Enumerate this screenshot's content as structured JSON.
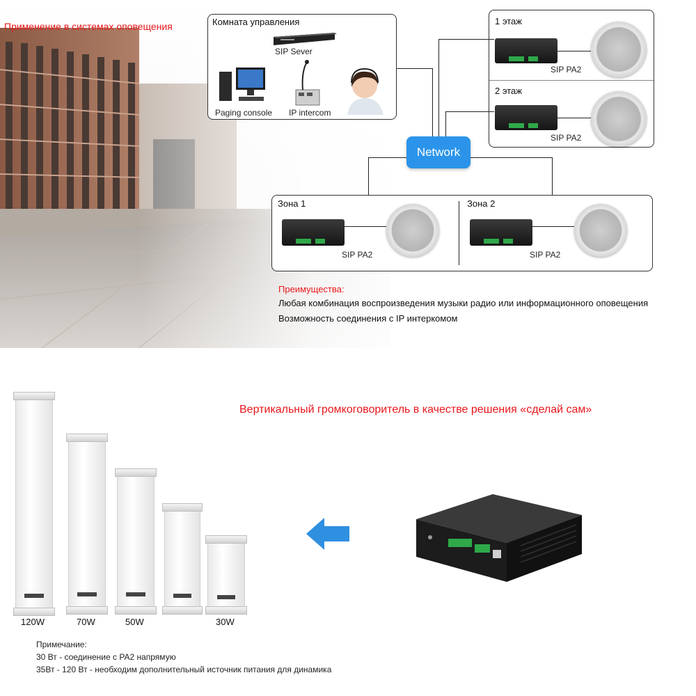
{
  "top": {
    "title": "Применение в системах оповещения",
    "control_room": {
      "title": "Комната управления",
      "server_label": "SIP  Sever",
      "paging_label": "Paging console",
      "intercom_label": "IP intercom"
    },
    "network_label": "Network",
    "floors": [
      {
        "title": "1 этаж",
        "device_label": "SIP PA2"
      },
      {
        "title": "2 этаж",
        "device_label": "SIP PA2"
      }
    ],
    "zones": [
      {
        "title": "Зона 1",
        "device_label": "SIP PA2"
      },
      {
        "title": "Зона 2",
        "device_label": "SIP PA2"
      }
    ],
    "advantages": {
      "title": "Преимущества:",
      "items": [
        "Любая комбинация воспроизведения музыки радио или информационного оповещения",
        "Возможность соединения с IP интеркомом"
      ]
    }
  },
  "bottom": {
    "headline": "Вертикальный громкоговоритель в качестве решения «сделай сам»",
    "speakers": [
      {
        "watt": "120W"
      },
      {
        "watt": "70W"
      },
      {
        "watt": "50W"
      },
      {
        "watt": ""
      },
      {
        "watt": "30W"
      }
    ],
    "note": {
      "title": "Примечание:",
      "lines": [
        "30 Вт - соединение с PA2 напрямую",
        "35Вт - 120 Вт - необходим дополнительный источник питания для динамика"
      ]
    }
  },
  "colors": {
    "accent_red": "#e8161b",
    "network_blue": "#2b94ea",
    "arrow_blue": "#2f8fe0"
  },
  "icons": [
    "server-icon",
    "computer-icon",
    "microphone-icon",
    "operator-icon",
    "amplifier-icon",
    "ceiling-speaker-icon",
    "arrow-left-icon"
  ]
}
